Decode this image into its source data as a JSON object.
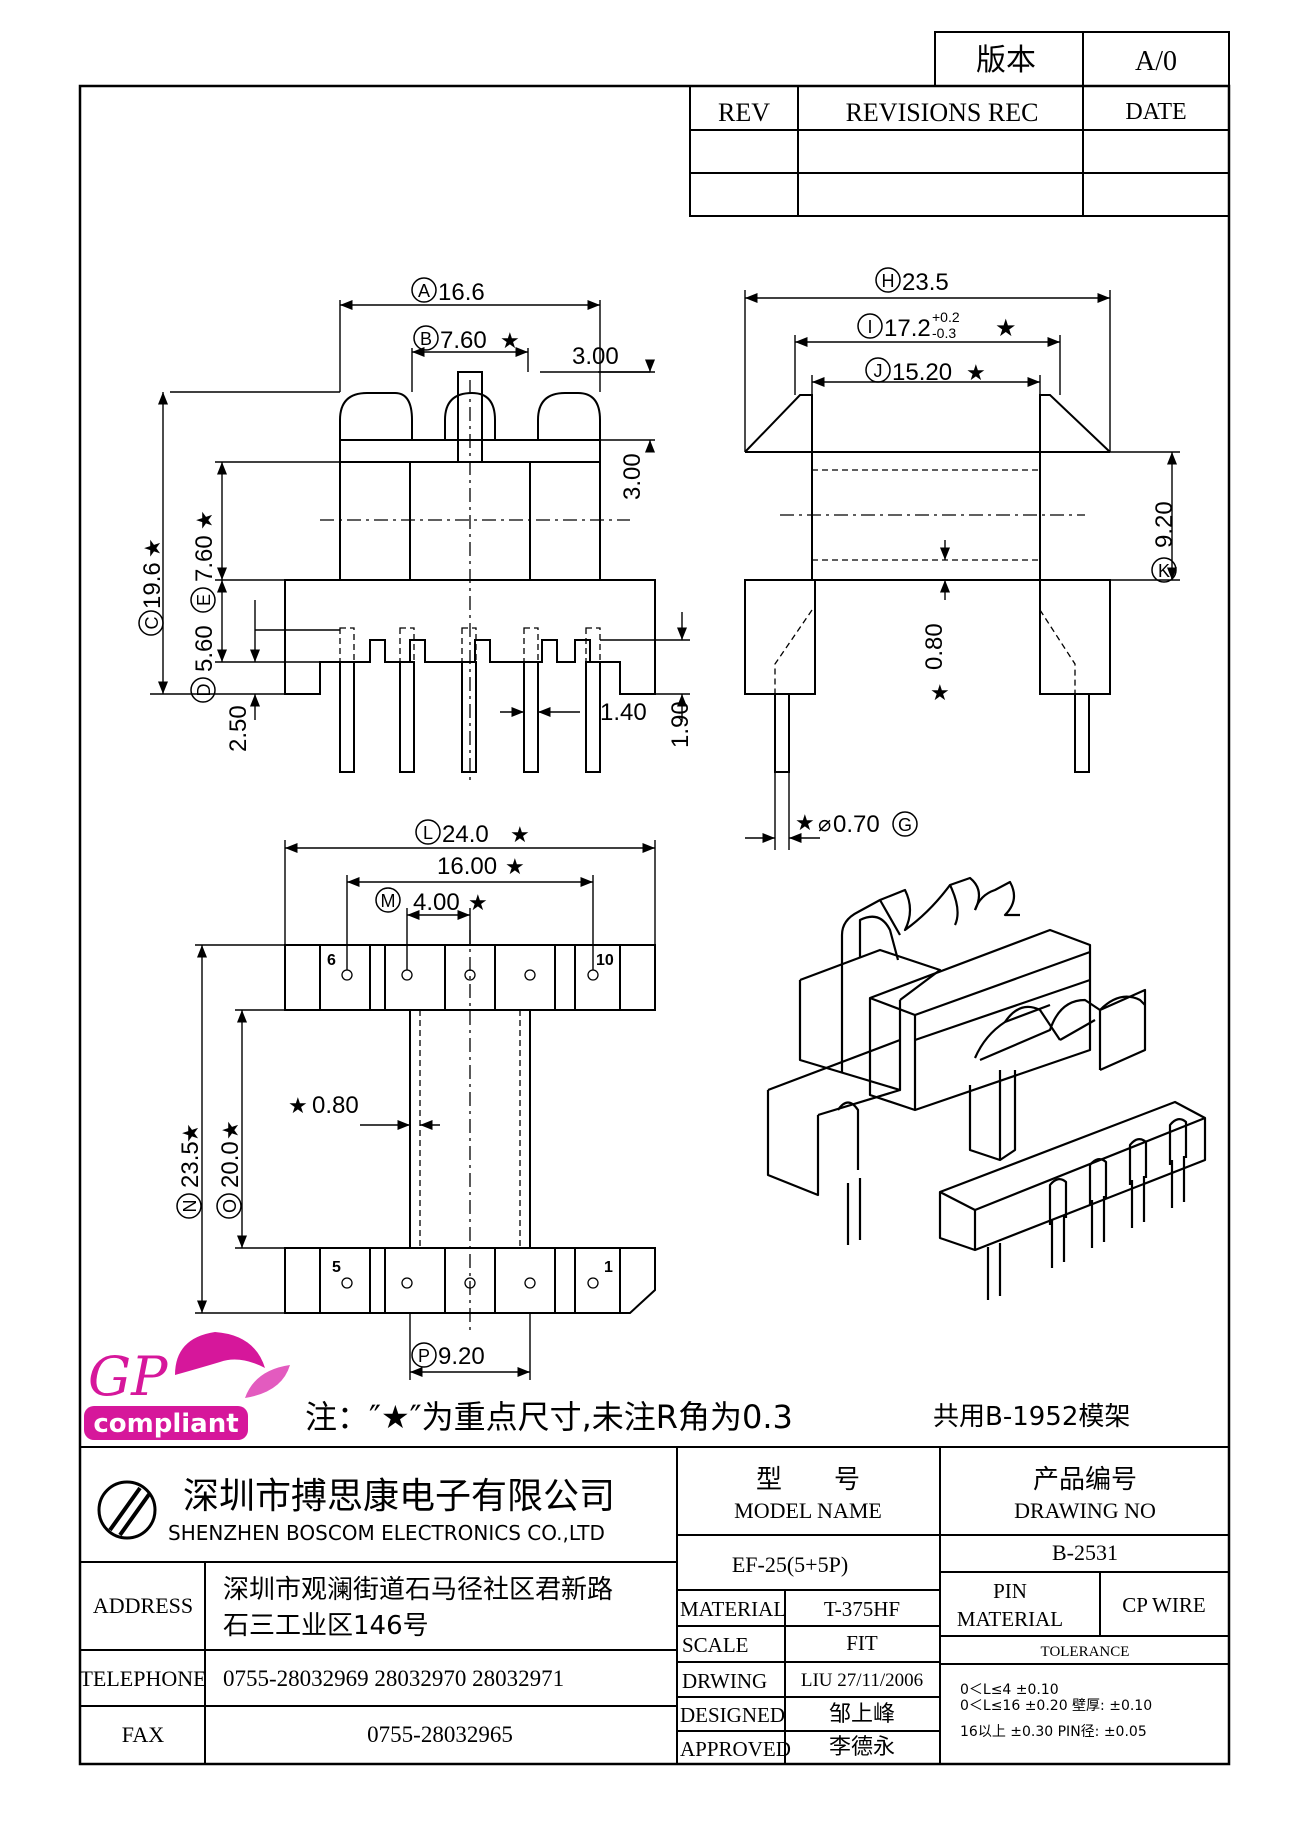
{
  "revision": {
    "version_label": "版本",
    "version_value": "A/0",
    "col_rev": "REV",
    "col_rec": "REVISIONS REC",
    "col_date": "DATE"
  },
  "dims": {
    "A": "16.6",
    "B": "7.60",
    "C": "19.6",
    "D": "5.60",
    "E": "7.60",
    "H": "23.5",
    "I_base": "17.2",
    "I_tol_plus": "+0.2",
    "I_tol_minus": "-0.3",
    "J": "15.20",
    "K": "9.20",
    "G": "0.70",
    "L": "24.0",
    "M": "4.00",
    "N": "23.5",
    "O": "20.0",
    "P": "9.20",
    "pitch_total": "16.00",
    "d300a": "3.00",
    "d300b": "3.00",
    "d250": "2.50",
    "d140": "1.40",
    "d190": "1.90",
    "d080a": "0.80",
    "d080b": "0.80",
    "star": "★",
    "pin6": "6",
    "pin10": "10",
    "pin5": "5",
    "pin1": "1",
    "phi": "⌀"
  },
  "notes": {
    "note_main": "注：″★″为重点尺寸,未注R角为0.3",
    "shared": "共用B-1952模架"
  },
  "badge": {
    "gp": "GP",
    "compliant": "compliant",
    "color": "#d6179b"
  },
  "company": {
    "name_cn": "深圳市搏思康电子有限公司",
    "name_en": "SHENZHEN BOSCOM ELECTRONICS CO.,LTD"
  },
  "title_block": {
    "model_cn": "型　　号",
    "model_en": "MODEL NAME",
    "drawing_cn": "产品编号",
    "drawing_en": "DRAWING NO",
    "model_value": "EF-25(5+5P)",
    "drawing_value": "B-2531",
    "address_label": "ADDRESS",
    "address_line1": "深圳市观澜街道石马径社区君新路",
    "address_line2": "石三工业区146号",
    "telephone_label": "TELEPHONE",
    "telephone_value": "0755-28032969 28032970 28032971",
    "fax_label": "FAX",
    "fax_value": "0755-28032965",
    "material_label": "MATERIAL",
    "material_value": "T-375HF",
    "scale_label": "SCALE",
    "scale_value": "FIT",
    "drawing_label": "DRWING",
    "drawing_by": "LIU 27/11/2006",
    "designed_label": "DESIGNED",
    "designed_by": "邹上峰",
    "approved_label": "APPROVED",
    "approved_by": "李德永",
    "pin_material_1": "PIN",
    "pin_material_2": "MATERIAL",
    "pin_material_value": "CP WIRE",
    "tolerance_label": "TOLERANCE",
    "tol_line1": "0＜L≤4  ±0.10",
    "tol_line2": "0＜L≤16 ±0.20  壁厚:  ±0.10",
    "tol_line3": "16以上    ±0.30  PIN径: ±0.05"
  }
}
